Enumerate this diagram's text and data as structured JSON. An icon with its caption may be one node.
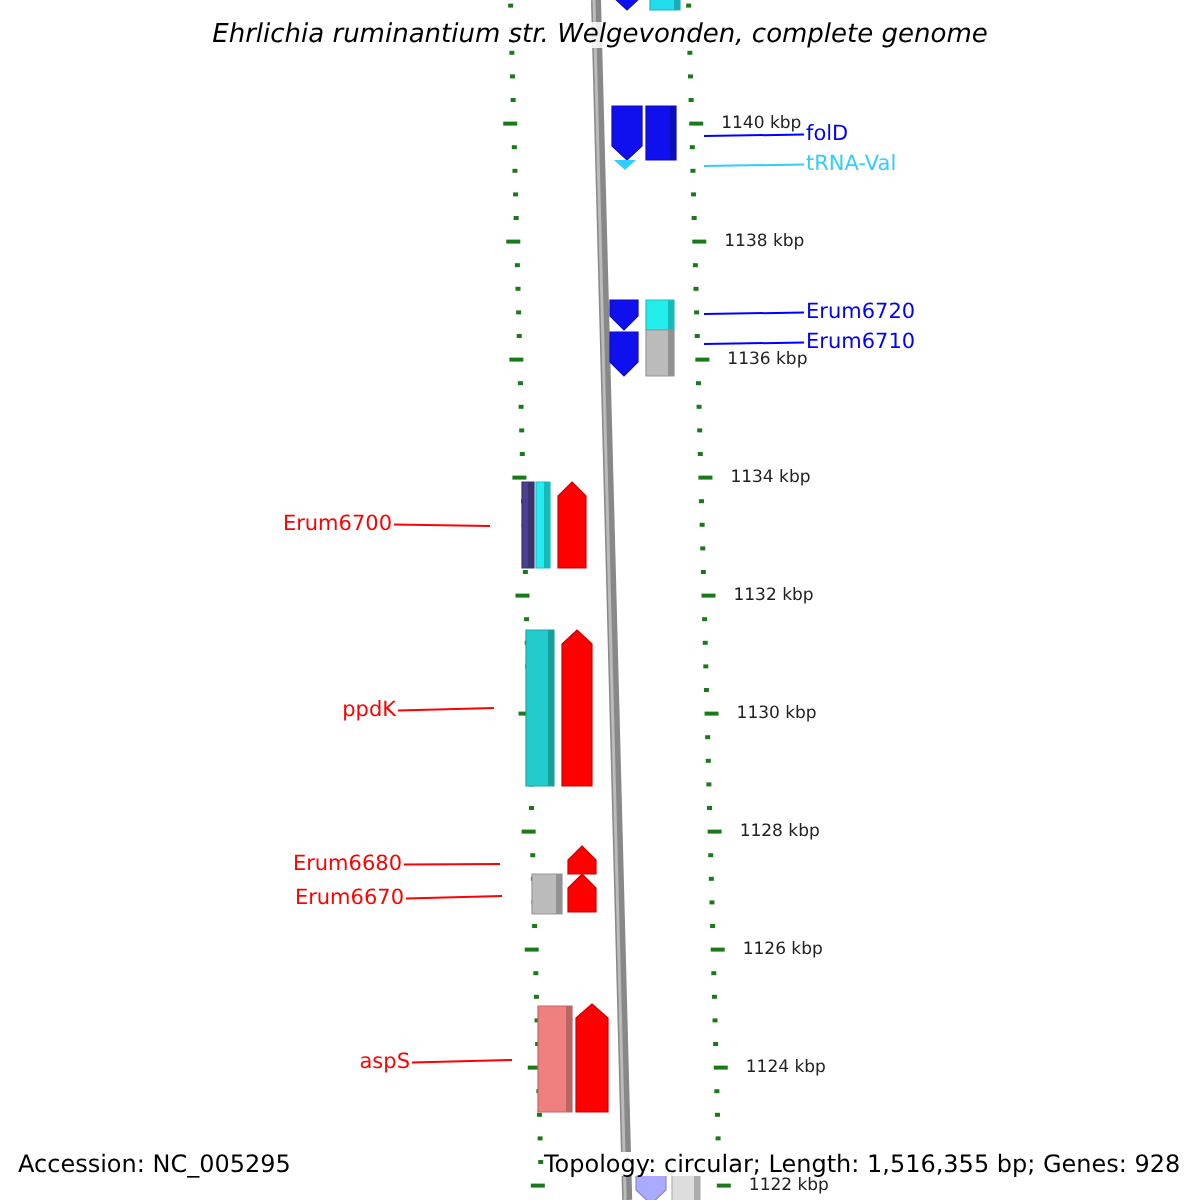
{
  "diagram": {
    "title": "Ehrlichia ruminantium str. Welgevonden, complete genome",
    "nodes": [
      {
        "text": [
          "folD"
        ]
      },
      {
        "text": [
          "tRNA-Val"
        ]
      },
      {
        "text": [
          "Erum6720"
        ]
      },
      {
        "text": [
          "Erum6710"
        ]
      },
      {
        "text": [
          "Erum6700"
        ]
      },
      {
        "text": [
          "ppdK"
        ]
      },
      {
        "text": [
          "Erum6680"
        ]
      },
      {
        "text": [
          "Erum6670"
        ]
      },
      {
        "text": [
          "aspS"
        ]
      }
    ],
    "edges": [
      {
        "from": 0,
        "to": null,
        "arrow": "none",
        "color": "#0000ff"
      },
      {
        "from": 1,
        "to": null,
        "arrow": "none",
        "color": "#33ccff"
      },
      {
        "from": 2,
        "to": null,
        "arrow": "none",
        "color": "#0000ff"
      },
      {
        "from": 3,
        "to": null,
        "arrow": "none",
        "color": "#0000ff"
      },
      {
        "from": 4,
        "to": null,
        "arrow": "none"
      },
      {
        "from": 5,
        "to": null,
        "arrow": "none"
      },
      {
        "from": 6,
        "to": null,
        "arrow": "none"
      },
      {
        "from": 7,
        "to": null,
        "arrow": "none"
      },
      {
        "from": 8,
        "to": null,
        "arrow": "none"
      }
    ],
    "labels": [
      "1140 kbp",
      "1138 kbp",
      "1136 kbp",
      "1134 kbp",
      "1132 kbp",
      "1130 kbp",
      "1128 kbp",
      "1126 kbp",
      "1124 kbp",
      "1122 kbp",
      "Accession: NC_005295",
      "Topology: circular; Length: 1,516,355 bp; Genes: 928"
    ]
  }
}
